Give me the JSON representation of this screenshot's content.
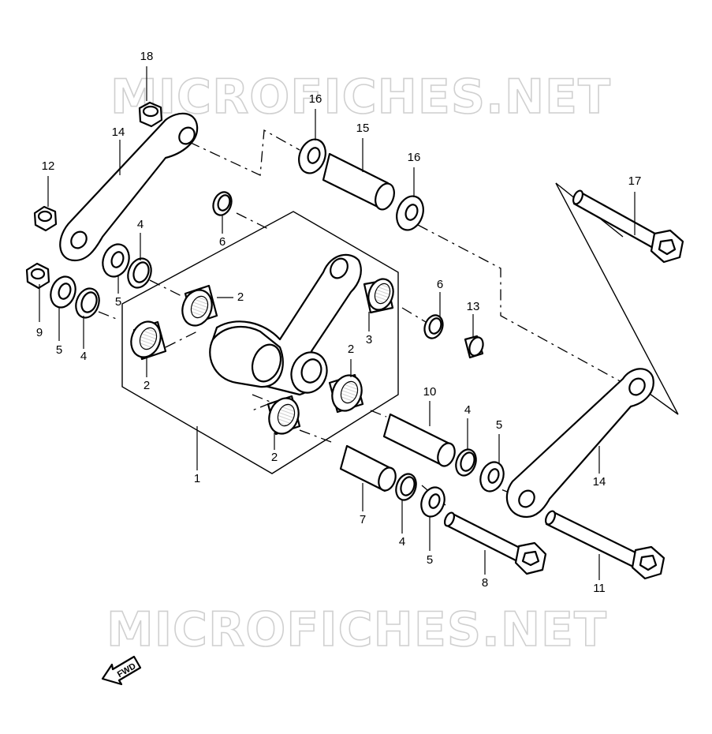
{
  "watermark_text": "MICROFICHES.NET",
  "fwd_label": "FWD",
  "callouts": {
    "c1": "1",
    "c2a": "2",
    "c2b": "2",
    "c2c": "2",
    "c2d": "2",
    "c3": "3",
    "c4a": "4",
    "c4b": "4",
    "c4c": "4",
    "c4d": "4",
    "c5a": "5",
    "c5b": "5",
    "c5c": "5",
    "c5d": "5",
    "c6a": "6",
    "c6b": "6",
    "c7": "7",
    "c8": "8",
    "c9": "9",
    "c10": "10",
    "c11": "11",
    "c12": "12",
    "c13": "13",
    "c14a": "14",
    "c14b": "14",
    "c15": "15",
    "c16a": "16",
    "c16b": "16",
    "c17": "17",
    "c18": "18"
  }
}
